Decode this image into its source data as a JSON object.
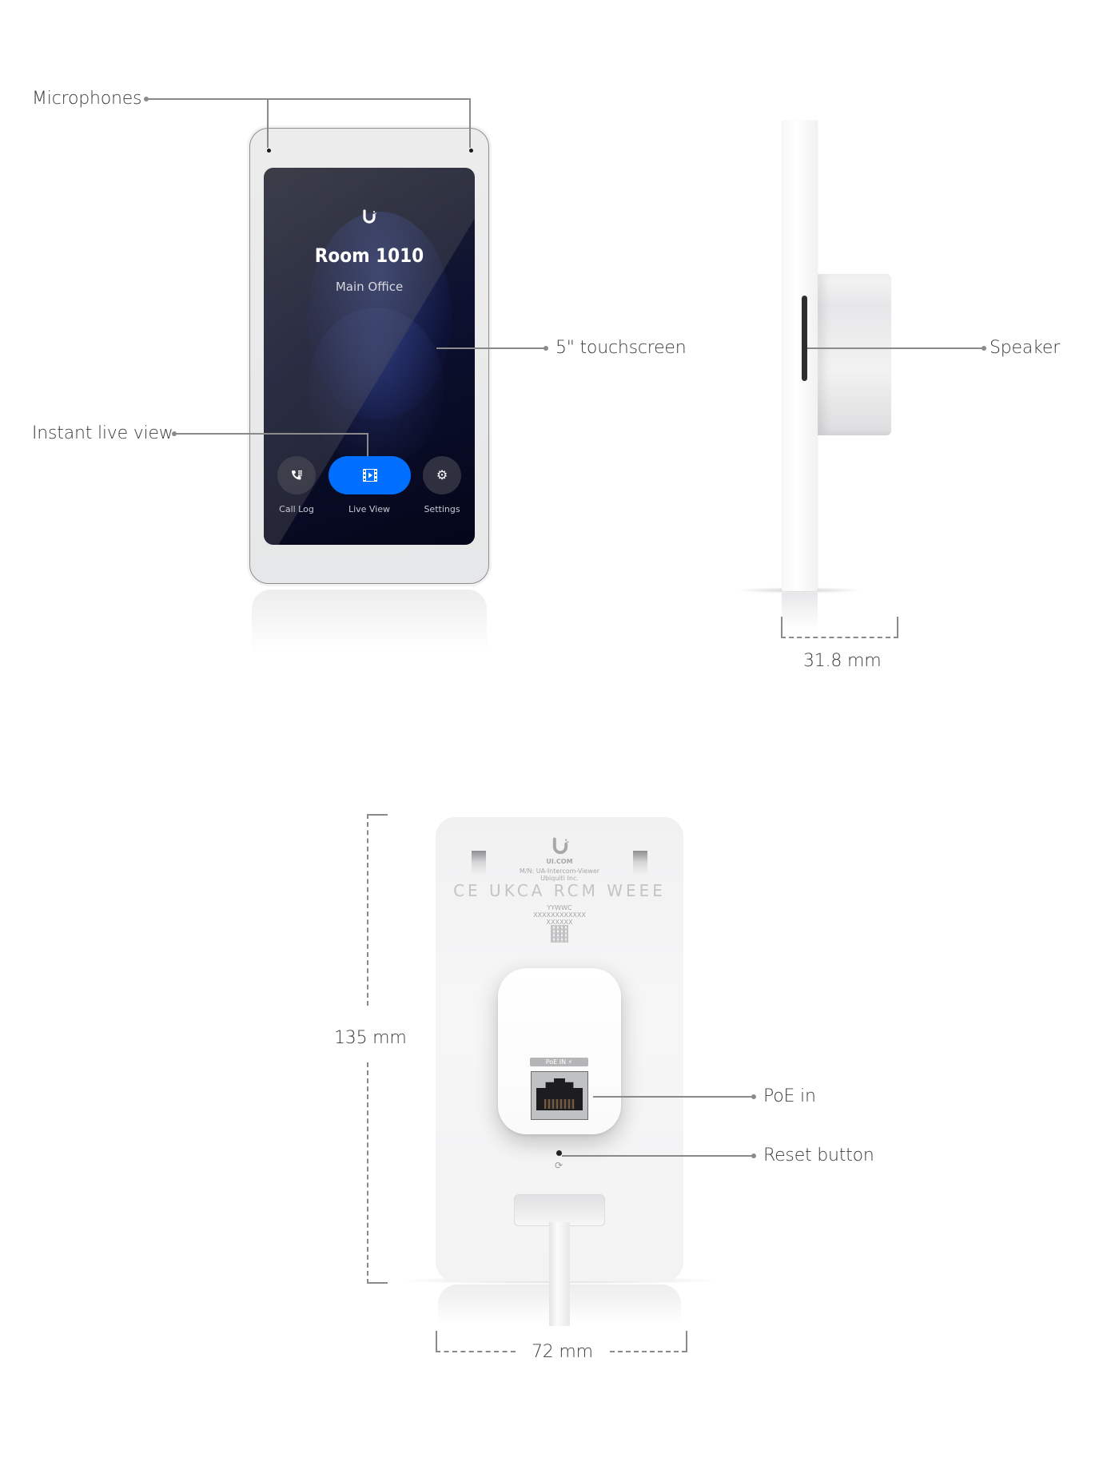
{
  "front_view": {
    "callouts": {
      "microphones": "Microphones",
      "touchscreen": "5\" touchscreen",
      "instant_live_view": "Instant live view"
    },
    "screen": {
      "logo": "U",
      "room_name": "Room 1010",
      "location": "Main Office",
      "buttons": [
        {
          "label": "Call Log",
          "icon": "call-log-icon"
        },
        {
          "label": "Live View",
          "icon": "live-view-icon"
        },
        {
          "label": "Settings",
          "icon": "gear-icon"
        }
      ],
      "accent_color": "#006FFF"
    }
  },
  "side_view": {
    "callouts": {
      "speaker": "Speaker"
    },
    "depth": "31.8 mm"
  },
  "back_view": {
    "callouts": {
      "poe_in": "PoE in",
      "reset_button": "Reset button"
    },
    "label": {
      "brand": "UI.COM",
      "model": "M/N: UA-Intercom-Viewer",
      "company": "Ubiquiti Inc.",
      "certifications": "CE UKCA RCM WEEE",
      "date_code": "YYWWC",
      "serial": "XXXXXXXXXXXX",
      "code": "XXXXXX"
    },
    "port_label": "PoE IN ⚡",
    "height": "135 mm",
    "width": "72 mm"
  }
}
